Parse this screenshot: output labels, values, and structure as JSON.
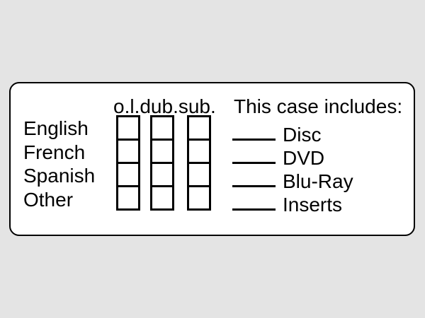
{
  "colors": {
    "page_background": "#e4e4e4",
    "card_background": "#ffffff",
    "ink": "#000000"
  },
  "language_grid": {
    "column_headers": [
      "o.l.",
      "dub.",
      "sub."
    ],
    "rows": [
      "English",
      "French",
      "Spanish",
      "Other"
    ]
  },
  "includes": {
    "heading": "This case includes:",
    "items": [
      "Disc",
      "DVD",
      "Blu-Ray",
      "Inserts"
    ]
  }
}
